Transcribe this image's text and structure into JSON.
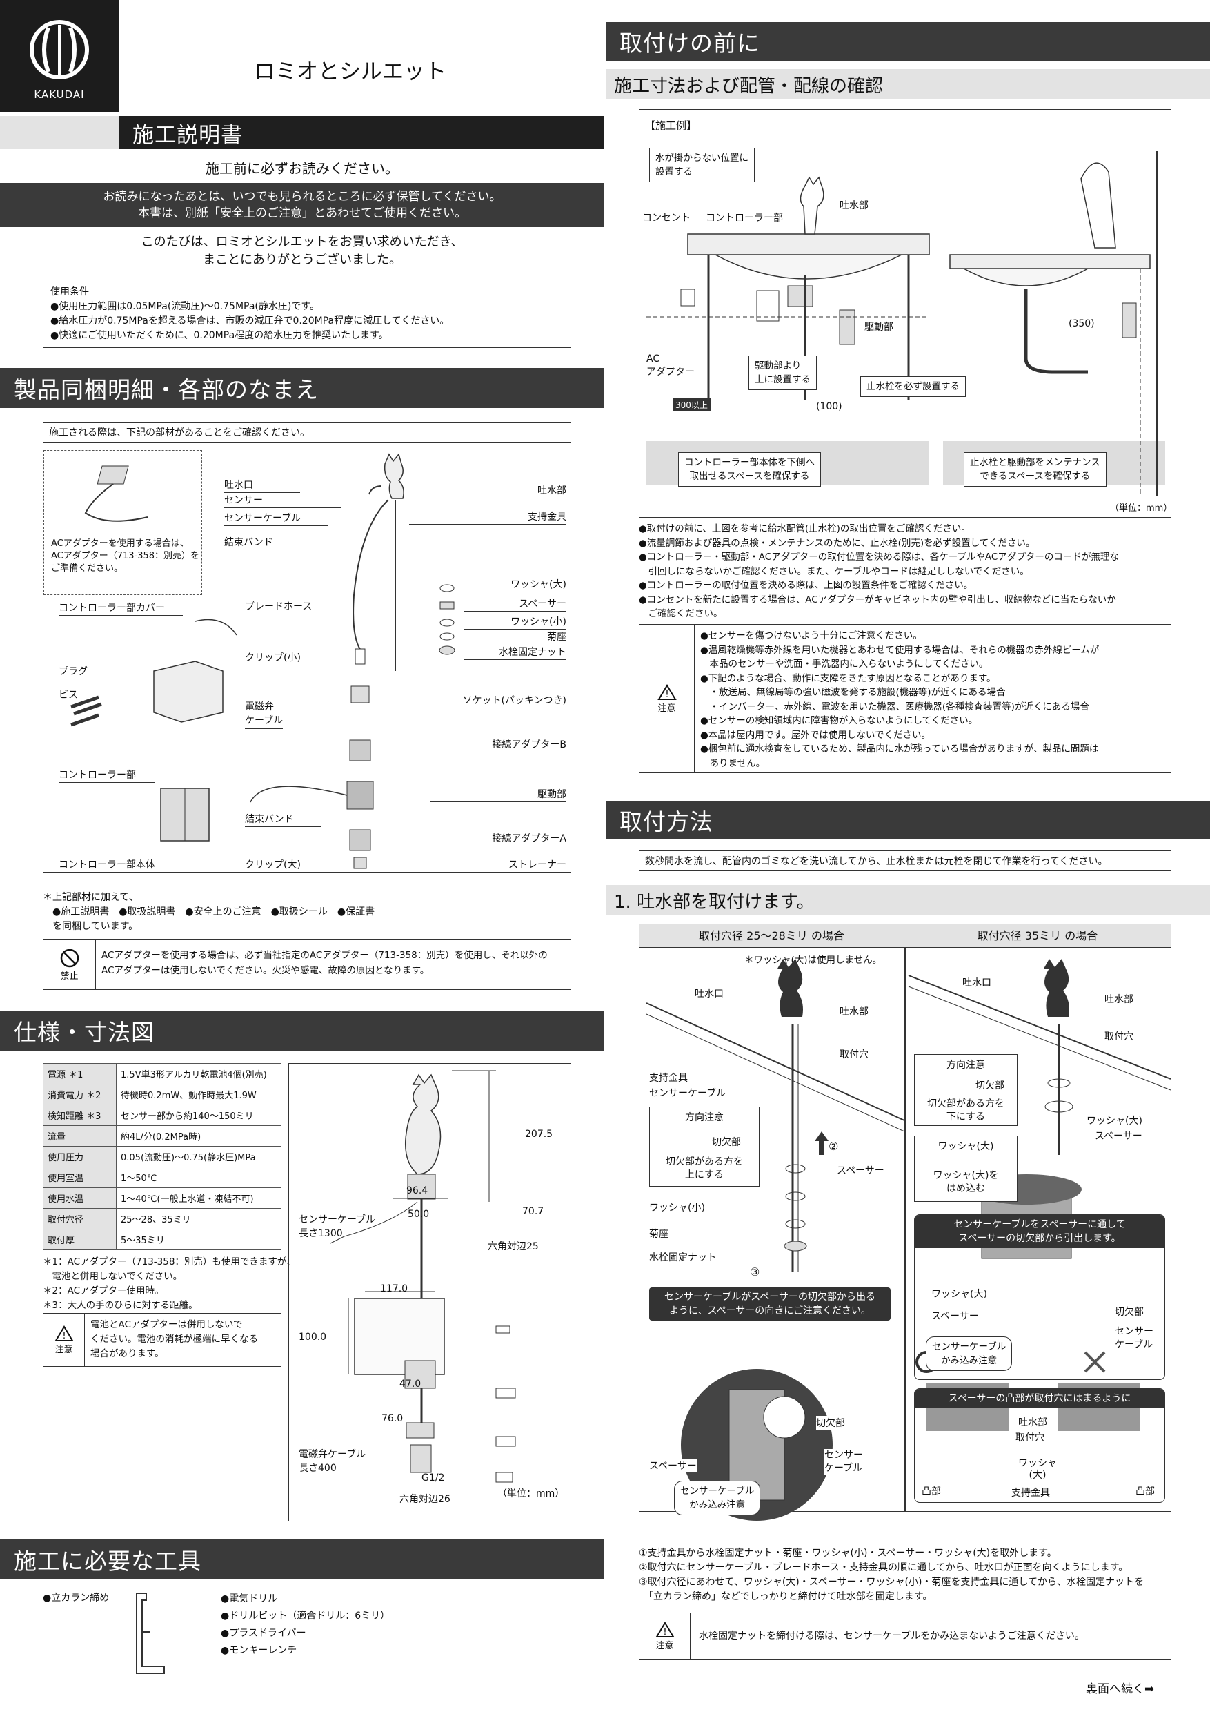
{
  "brand": {
    "name": "KAKUDAI",
    "product": "ロミオとシルエット"
  },
  "left": {
    "title": "施工説明書",
    "read_first": "施工前に必ずお読みください。",
    "keep_notice": [
      "お読みになったあとは、いつでも見られるところに必ず保管してください。",
      "本書は、別紙「安全上のご注意」とあわせてご使用ください。"
    ],
    "thanks": [
      "このたびは、ロミオとシルエットをお買い求めいただき、",
      "まことにありがとうございました。"
    ],
    "conditions": {
      "title": "使用条件",
      "items": [
        "●使用圧力範囲は0.05MPa(流動圧)～0.75MPa(静水圧)です。",
        "●給水圧力が0.75MPaを超える場合は、市販の減圧弁で0.20MPa程度に減圧してください。",
        "●快適にご使用いただくために、0.20MPa程度の給水圧力を推奨いたします。"
      ]
    },
    "parts": {
      "title": "製品同梱明細・各部のなまえ",
      "intro": "施工される際は、下記の部材があることをご確認ください。",
      "ac_note": [
        "ACアダプターを使用する場合は、",
        "ACアダプター（713-358：別売）を",
        "ご準備ください。"
      ],
      "labels": {
        "spout_mouth": "吐水口",
        "sensor": "センサー",
        "sensor_cable": "センサーケーブル",
        "tie": "結束バンド",
        "spout": "吐水部",
        "bracket": "支持金具",
        "washer_l": "ワッシャ(大)",
        "spacer": "スペーサー",
        "washer_s": "ワッシャ(小)",
        "kikuza": "菊座",
        "nut": "水栓固定ナット",
        "cover": "コントローラー部カバー",
        "braid": "ブレードホース",
        "clip_s": "クリップ(小)",
        "plug": "プラグ",
        "screw": "ビス",
        "socket": "ソケット(パッキンつき)",
        "valve_cable": [
          "電磁弁",
          "ケーブル"
        ],
        "adapter_b": "接続アダプターB",
        "controller": "コントローラー部",
        "drive": "駆動部",
        "tie2": "結束バンド",
        "adapter_a": "接続アダプターA",
        "body": "コントローラー部本体",
        "clip_l": "クリップ(大)",
        "strainer": "ストレーナー"
      },
      "also": [
        "＊上記部材に加えて、",
        "●施工説明書　●取扱説明書　●安全上のご注意　●取扱シール　●保証書",
        "を同梱しています。"
      ],
      "prohibit": {
        "icon": "禁止",
        "text": [
          "ACアダプターを使用する場合は、必ず当社指定のACアダプター（713-358：別売）を使用し、それ以外の",
          "ACアダプターは使用しないでください。火災や感電、故障の原因となります。"
        ]
      }
    },
    "spec": {
      "title": "仕様・寸法図",
      "rows": [
        [
          "電源 ＊1",
          "1.5V単3形アルカリ乾電池4個(別売)"
        ],
        [
          "消費電力 ＊2",
          "待機時0.2mW、動作時最大1.9W"
        ],
        [
          "検知距離 ＊3",
          "センサー部から約140～150ミリ"
        ],
        [
          "流量",
          "約4L/分(0.2MPa時)"
        ],
        [
          "使用圧力",
          "0.05(流動圧)～0.75(静水圧)MPa"
        ],
        [
          "使用室温",
          "1～50℃"
        ],
        [
          "使用水温",
          "1～40℃(一般上水道・凍結不可)"
        ],
        [
          "取付穴径",
          "25～28、35ミリ"
        ],
        [
          "取付厚",
          "5～35ミリ"
        ]
      ],
      "notes": [
        "＊1：ACアダプター（713-358：別売）も使用できますが、",
        "　電池と併用しないでください。",
        "＊2：ACアダプター使用時。",
        "＊3：大人の手のひらに対する距離。"
      ],
      "caution": {
        "icon": "注意",
        "text": [
          "電池とACアダプターは併用しないで",
          "ください。電池の消耗が極端に早くなる",
          "場合があります。"
        ]
      },
      "dims": {
        "d1": "207.5",
        "d2": "96.4",
        "d3": "50.0",
        "d4": "70.7",
        "cable": [
          "センサーケーブル",
          "長さ1300"
        ],
        "hex25": "六角対辺25",
        "w117": "117.0",
        "h100": "100.0",
        "d47": "47.0",
        "d76": "76.0",
        "vcable": [
          "電磁弁ケーブル",
          "長さ400"
        ],
        "g12": "G1/2",
        "hex26": "六角対辺26",
        "unit": "（単位：mm）"
      }
    },
    "tools": {
      "title": "施工に必要な工具",
      "items": [
        "●立カラン締め",
        "●電気ドリル",
        "●ドリルビット（適合ドリル：6ミリ）",
        "●プラスドライバー",
        "●モンキーレンチ"
      ]
    }
  },
  "right": {
    "title": "取付けの前に",
    "sub": "施工寸法および配管・配線の確認",
    "example": {
      "label": "【施工例】",
      "c1": [
        "水が掛からない位置に",
        "設置する"
      ],
      "outlet": "コンセント",
      "ctrl": "コントローラー部",
      "spout": "吐水部",
      "ac": [
        "AC",
        "アダプター"
      ],
      "drive": "駆動部",
      "above": [
        "駆動部より",
        "上に設置する"
      ],
      "stop": "止水栓を必ず設置する",
      "d300": "300以上",
      "d100": "(100)",
      "d350": "(350)",
      "space1": [
        "コントローラー部本体を下側へ",
        "取出せるスペースを確保する"
      ],
      "space2": [
        "止水栓と駆動部をメンテナンス",
        "できるスペースを確保する"
      ],
      "unit": "（単位：mm）"
    },
    "bullets": [
      "●取付けの前に、上図を参考に給水配管(止水栓)の取出位置をご確認ください。",
      "●流量調節および器具の点検・メンテナンスのために、止水栓(別売)を必ず設置してください。",
      "●コントローラー・駆動部・ACアダプターの取付位置を決める際は、各ケーブルやACアダプターのコードが無理な",
      "　引回しにならないかご確認ください。また、ケーブルやコードは継足ししないでください。",
      "●コントローラーの取付位置を決める際は、上図の設置条件をご確認ください。",
      "●コンセントを新たに設置する場合は、ACアダプターがキャビネット内の壁や引出し、収納物などに当たらないか",
      "　ご確認ください。"
    ],
    "caution": {
      "icon": "注意",
      "items": [
        "●センサーを傷つけないよう十分にご注意ください。",
        "●温風乾燥機等赤外線を用いた機器とあわせて使用する場合は、それらの機器の赤外線ビームが",
        "　本品のセンサーや洗面・手洗器内に入らないようにしてください。",
        "●下記のような場合、動作に支障をきたす原因となることがあります。",
        "　・放送局、無線局等の強い磁波を発する施設(機器等)が近くにある場合",
        "　・インバーター、赤外線、電波を用いた機器、医療機器(各種検査装置等)が近くにある場合",
        "●センサーの検知領域内に障害物が入らないようにしてください。",
        "●本品は屋内用です。屋外では使用しないでください。",
        "●梱包前に通水検査をしているため、製品内に水が残っている場合がありますが、製品に問題は",
        "　ありません。"
      ]
    },
    "method": {
      "title": "取付方法",
      "flush": "数秒間水を流し、配管内のゴミなどを洗い流してから、止水栓または元栓を閉じて作業を行ってください。"
    },
    "step1": {
      "title": "1. 吐水部を取付けます。",
      "col1": "取付穴径 25～28ミリ の場合",
      "col2": "取付穴径 35ミリ の場合",
      "no_washer": "＊ワッシャ(大)は使用しません。",
      "l": {
        "mouth": "吐水口",
        "spout": "吐水部",
        "hole": "取付穴",
        "bracket": "支持金具",
        "cable": "センサーケーブル",
        "dir": "方向注意",
        "notch": "切欠部",
        "notch_up": [
          "切欠部がある方を",
          "上にする"
        ],
        "spacer": "スペーサー",
        "washer_s": "ワッシャ(小)",
        "kikuza": "菊座",
        "nut": "水栓固定ナット",
        "c2": "②",
        "c3": "③"
      },
      "dark1": [
        "センサーケーブルがスペーサーの切欠部から出る",
        "ように、スペーサーの向きにご注意ください。"
      ],
      "d1": {
        "notch": "切欠部",
        "spacer": "スペーサー",
        "cable": [
          "センサー",
          "ケーブル"
        ],
        "pinch": [
          "センサーケーブル",
          "かみ込み注意"
        ]
      },
      "r": {
        "mouth": "吐水口",
        "spout": "吐水部",
        "hole": "取付穴",
        "dir": "方向注意",
        "notch": "切欠部",
        "notch_down": [
          "切欠部がある方を",
          "下にする"
        ],
        "washer_l": "ワッシャ(大)",
        "spacer": "スペーサー",
        "washer_l2": "ワッシャ(大)",
        "fit": [
          "ワッシャ(大)を",
          "はめ込む"
        ]
      },
      "dark2": [
        "センサーケーブルをスペーサーに通して",
        "スペーサーの切欠部から引出します。"
      ],
      "d2": {
        "washer_l": "ワッシャ(大)",
        "spacer": "スペーサー",
        "notch": "切欠部",
        "cable": [
          "センサー",
          "ケーブル"
        ],
        "pinch": [
          "センサーケーブル",
          "かみ込み注意"
        ]
      },
      "dark3": "スペーサーの凸部が取付穴にはまるように",
      "d3": {
        "spout": "吐水部",
        "hole": "取付穴",
        "washer": [
          "ワッシャ",
          "(大)"
        ],
        "bump": "凸部",
        "bracket": "支持金具",
        "bump2": "凸部"
      },
      "steps": [
        "①支持金具から水栓固定ナット・菊座・ワッシャ(小)・スペーサー・ワッシャ(大)を取外します。",
        "②取付穴にセンサーケーブル・ブレードホース・支持金具の順に通してから、吐水口が正面を向くようにします。",
        "③取付穴径にあわせて、ワッシャ(大)・スペーサー・ワッシャ(小)・菊座を支持金具に通してから、水栓固定ナットを",
        "　「立カラン締め」などでしっかりと締付けて吐水部を固定します。"
      ],
      "caution": {
        "icon": "注意",
        "text": "水栓固定ナットを締付ける際は、センサーケーブルをかみ込まないようご注意ください。"
      }
    },
    "next": "裏面へ続く➡"
  }
}
